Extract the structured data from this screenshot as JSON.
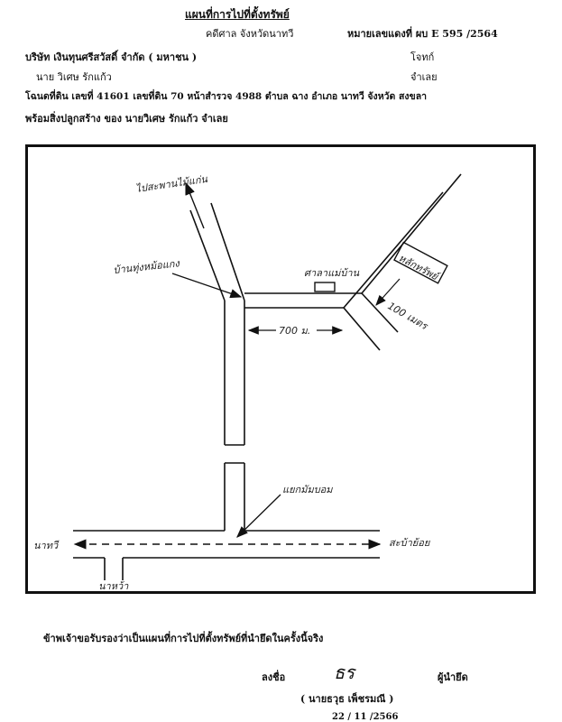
{
  "header": {
    "title": "แผนที่การไปที่ตั้งทรัพย์",
    "court": "คดีศาล จังหวัดนาทวี",
    "case_number": "หมายเลขแดงที่ ผบ E 595 /2564",
    "plaintiff": "บริษัท เงินทุนศรีสวัสดิ์ จำกัด ( มหาชน )",
    "plaintiff_role": "โจทก์",
    "defendant": "นาย วิเศษ รักแก้ว",
    "defendant_role": "จำเลย",
    "land_line": "โฉนดที่ดิน เลขที่ 41601 เลขที่ดิน 70 หน้าสำรวจ 4988 ตำบล ฉาง อำเภอ นาทวี จังหวัด สงขลา",
    "building_line": "พร้อมสิ่งปลูกสร้าง ของ นายวิเศษ รักแก้ว จำเลย"
  },
  "map": {
    "labels": {
      "north_road": "ไปสะพานไม้แก่น",
      "shop": "บ้านทุ่งหม้อแกง",
      "sala": "ศาลาแม่บ้าน",
      "property": "หลักทรัพย์",
      "distance_long": "700 ม.",
      "distance_short": "100 เมตร",
      "junction": "แยกมัมบอม",
      "west": "นาทวี",
      "east": "สะบ้าย้อย",
      "south": "นาหว้า"
    }
  },
  "footer": {
    "certify": "ข้าพเจ้าขอรับรองว่าเป็นแผนที่การไปที่ตั้งทรัพย์ที่นำยึดในครั้งนี้จริง",
    "sign_label": "ลงชื่อ",
    "signature": "ธร",
    "signer_role": "ผู้นำยึด",
    "signer_name": "( นายธวุธ เพ็ชรมณี )",
    "date": "22 / 11 /2566"
  }
}
